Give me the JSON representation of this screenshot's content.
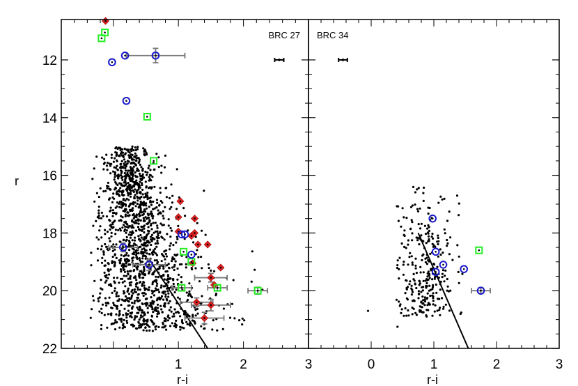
{
  "chart_data": {
    "type": "scatter",
    "ylabel": "r",
    "xlabel": "r-i",
    "y_reversed": true,
    "colors": {
      "field": "#000000",
      "diamond": "#dd2222",
      "square": "#22ee22",
      "circle": "#1818cc",
      "errorbar": "#777777",
      "line": "#000000"
    },
    "panels": [
      {
        "title": "BRC 27",
        "xlim": [
          -0.8,
          3.0
        ],
        "ylim": [
          22,
          10.6
        ],
        "xticks": [
          -0.0,
          1,
          2,
          3
        ],
        "xtick_labels": [
          "",
          "1",
          "2",
          "3"
        ],
        "yticks": [
          12,
          14,
          16,
          18,
          20,
          22
        ],
        "ytick_labels": [
          "12",
          "14",
          "16",
          "18",
          "20",
          "22"
        ],
        "typical_error": {
          "x": 2.55,
          "y": 12.0,
          "xerr": 0.07,
          "yerr": 0.05
        },
        "line": [
          [
            0.55,
            18.9
          ],
          [
            1.45,
            22.0
          ]
        ],
        "field_stars": {
          "count": 1600,
          "region": "r from 15 to 22, r-i from -0.3 to 2.3; dense band at r-i 0.2-0.7"
        },
        "diamonds": [
          {
            "x": -0.12,
            "y": 10.65
          },
          {
            "x": 1.03,
            "y": 16.9
          },
          {
            "x": 1.25,
            "y": 17.5
          },
          {
            "x": 1.0,
            "y": 17.45
          },
          {
            "x": 1.0,
            "y": 17.95
          },
          {
            "x": 1.2,
            "y": 18.1
          },
          {
            "x": 1.25,
            "y": 18.0
          },
          {
            "x": 1.3,
            "y": 18.4
          },
          {
            "x": 1.45,
            "y": 18.4
          },
          {
            "x": 1.22,
            "y": 19.05
          },
          {
            "x": 1.65,
            "y": 19.2
          },
          {
            "x": 1.5,
            "y": 19.55
          },
          {
            "x": 1.55,
            "y": 19.8
          },
          {
            "x": 1.28,
            "y": 20.4
          },
          {
            "x": 1.5,
            "y": 20.5
          },
          {
            "x": 1.4,
            "y": 20.95
          }
        ],
        "diamond_err": [
          {
            "x": 1.5,
            "y": 19.55,
            "xerr": 0.25,
            "yerr": 0.15
          },
          {
            "x": 1.28,
            "y": 20.4,
            "xerr": 0.25,
            "yerr": 0.15
          },
          {
            "x": 1.5,
            "y": 20.5,
            "xerr": 0.3,
            "yerr": 0.2
          },
          {
            "x": 1.4,
            "y": 20.95,
            "xerr": 0.3,
            "yerr": 0.2
          }
        ],
        "squares": [
          {
            "x": -0.13,
            "y": 11.05
          },
          {
            "x": -0.18,
            "y": 11.25
          },
          {
            "x": 0.52,
            "y": 13.97
          },
          {
            "x": 0.62,
            "y": 15.5
          },
          {
            "x": 1.08,
            "y": 18.65
          },
          {
            "x": 1.2,
            "y": 19.0
          },
          {
            "x": 1.05,
            "y": 19.9
          },
          {
            "x": 1.6,
            "y": 19.9
          },
          {
            "x": 2.22,
            "y": 20.0
          }
        ],
        "square_err": [
          {
            "x": 1.05,
            "y": 19.9,
            "xerr": 0.15,
            "yerr": 0.1
          },
          {
            "x": 1.6,
            "y": 19.9,
            "xerr": 0.15,
            "yerr": 0.1
          },
          {
            "x": 2.22,
            "y": 20.0,
            "xerr": 0.15,
            "yerr": 0.12
          }
        ],
        "circles": [
          {
            "x": 0.18,
            "y": 11.85
          },
          {
            "x": 0.65,
            "y": 11.85
          },
          {
            "x": -0.02,
            "y": 12.08
          },
          {
            "x": 0.2,
            "y": 13.42
          },
          {
            "x": 1.05,
            "y": 18.05
          },
          {
            "x": 1.1,
            "y": 18.05
          },
          {
            "x": 1.2,
            "y": 18.75
          },
          {
            "x": 0.15,
            "y": 18.5
          },
          {
            "x": 0.55,
            "y": 19.1
          }
        ],
        "circle_err": [
          {
            "x": 0.65,
            "y": 11.85,
            "xerr": 0.45,
            "yerr": 0.25
          },
          {
            "x": 0.15,
            "y": 18.5,
            "xerr": 0.22,
            "yerr": 0.15
          },
          {
            "x": 0.55,
            "y": 19.1,
            "xerr": 0.25,
            "yerr": 0.2
          }
        ]
      },
      {
        "title": "BRC 34",
        "xlim": [
          -1.0,
          3.0
        ],
        "ylim": [
          22,
          10.6
        ],
        "xticks": [
          0,
          1,
          2,
          3
        ],
        "xtick_labels": [
          "0",
          "1",
          "2",
          "3"
        ],
        "yticks": [
          12,
          14,
          16,
          18,
          20,
          22
        ],
        "typical_error": {
          "x": -0.45,
          "y": 12.0,
          "xerr": 0.07,
          "yerr": 0.05
        },
        "line": [
          [
            0.75,
            18.0
          ],
          [
            1.55,
            22.0
          ]
        ],
        "field_stars": {
          "count": 300,
          "region": "r from 16.2 to 21.3, r-i from 0.3 to 1.5"
        },
        "diamonds": [],
        "squares": [
          {
            "x": 1.72,
            "y": 18.6
          }
        ],
        "circles": [
          {
            "x": 0.98,
            "y": 17.5
          },
          {
            "x": 1.03,
            "y": 18.65
          },
          {
            "x": 1.15,
            "y": 19.1
          },
          {
            "x": 1.03,
            "y": 19.35
          },
          {
            "x": 1.48,
            "y": 19.25
          },
          {
            "x": 1.75,
            "y": 20.0
          }
        ],
        "circle_err": [
          {
            "x": 1.75,
            "y": 20.0,
            "xerr": 0.15,
            "yerr": 0.1
          }
        ]
      }
    ]
  }
}
